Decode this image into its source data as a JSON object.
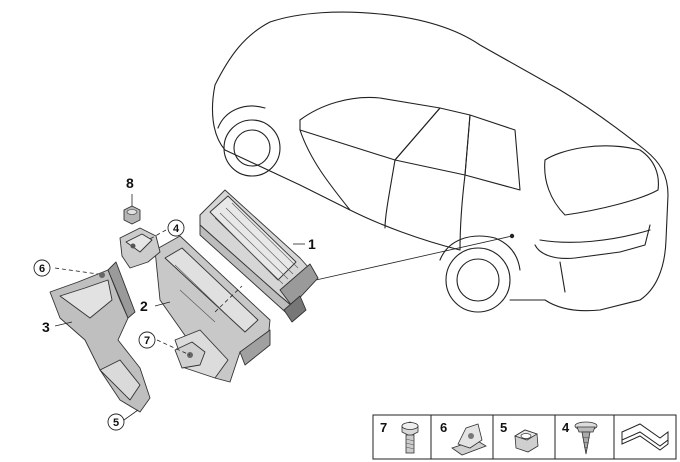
{
  "callouts": {
    "c1": "1",
    "c2": "2",
    "c3": "3",
    "c4": "4",
    "c5": "5",
    "c6": "6",
    "c7": "7",
    "c8": "8"
  },
  "legend": {
    "items": [
      {
        "num": "7",
        "icon": "bolt-icon"
      },
      {
        "num": "6",
        "icon": "clip-nut-icon"
      },
      {
        "num": "5",
        "icon": "hex-nut-icon"
      },
      {
        "num": "4",
        "icon": "screw-icon"
      },
      {
        "num": "",
        "icon": "gasket-icon"
      }
    ]
  },
  "colors": {
    "line": "#222222",
    "part_fill": "#cfcfcf",
    "part_dark": "#8a8a8a",
    "legend_fill": "#eeeeee"
  }
}
